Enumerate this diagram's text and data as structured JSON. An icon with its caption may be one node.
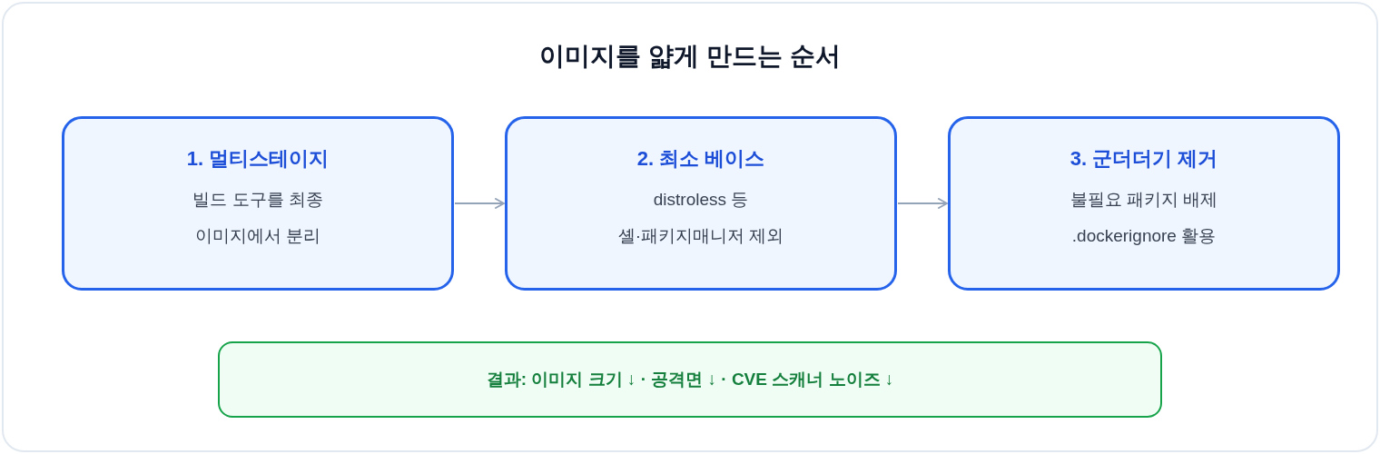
{
  "diagram": {
    "title": "이미지를 얇게 만드는 순서",
    "nodes": [
      {
        "text": [
          "1. 멀티스테이지",
          "빌드 도구를 최종 이미지에서 분리"
        ]
      },
      {
        "text": [
          "2. 최소 베이스",
          "distroless 등 셸·패키지매니저 제외"
        ]
      },
      {
        "text": [
          "3. 군더더기 제거",
          "불필요 패키지 배제 .dockerignore 활용"
        ]
      },
      {
        "text": [
          "결과: 이미지 크기 ↓ · 공격면 ↓ · CVE 스캐너 노이즈 ↓"
        ]
      }
    ],
    "edges": [
      {
        "from": 0,
        "to": 1,
        "arrow": "to"
      },
      {
        "from": 1,
        "to": 2,
        "arrow": "to"
      }
    ]
  }
}
